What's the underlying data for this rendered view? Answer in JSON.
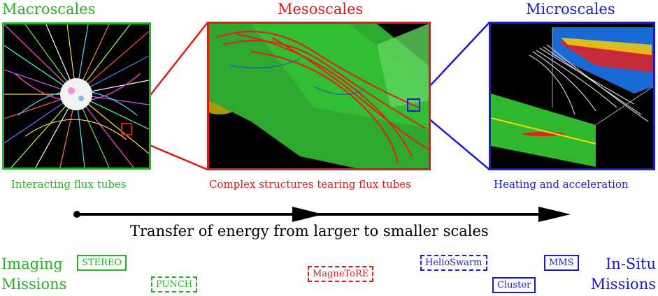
{
  "colors": {
    "macro": "#22b422",
    "meso": "#e01818",
    "micro": "#1a1ad6",
    "arrow": "#000000"
  },
  "scales": {
    "macro": {
      "title": "Macroscales",
      "caption": "Interacting flux tubes"
    },
    "meso": {
      "title": "Mesoscales",
      "caption": "Complex structures tearing flux tubes"
    },
    "micro": {
      "title": "Microscales",
      "caption": "Heating and acceleration"
    }
  },
  "arrow_label": "Transfer of energy from larger to smaller scales",
  "imaging": {
    "line1": "Imaging",
    "line2": "Missions"
  },
  "insitu": {
    "line1": "In-Situ",
    "line2": "Missions"
  },
  "missions": {
    "stereo": "STEREO",
    "punch": "PUNCH",
    "magnetore": "MagneToRE",
    "helioswarm": "HelioSwarm",
    "mms": "MMS",
    "cluster": "Cluster"
  }
}
